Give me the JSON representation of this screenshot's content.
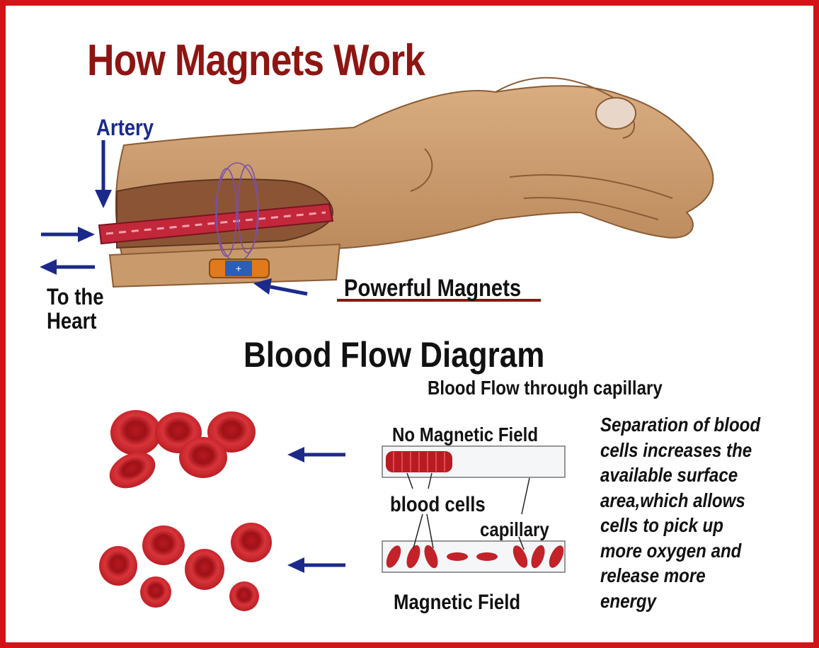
{
  "title": "How Magnets Work",
  "labels": {
    "artery": "Artery",
    "to_heart_line1": "To the",
    "to_heart_line2": "Heart",
    "powerful_magnets": "Powerful Magnets"
  },
  "blood_flow": {
    "title": "Blood Flow Diagram",
    "subtitle": "Blood Flow through capillary",
    "no_field_label": "No Magnetic Field",
    "blood_cells_label": "blood cells",
    "capillary_label": "capillary",
    "field_label": "Magnetic Field",
    "note_lines": [
      "Separation of blood",
      "cells increases the",
      "available surface",
      "area,which allows",
      "cells to pick up",
      "more oxygen and",
      "release more",
      "energy"
    ]
  },
  "colors": {
    "border": "#d21418",
    "title": "#8e1512",
    "arrow": "#1b2a8a",
    "skin": "#c99a6c",
    "blood_cell": "#c9232a"
  },
  "icons": [
    "hand-illustration",
    "artery-tube",
    "magnet-icon",
    "arrow-icon",
    "red-blood-cell-icon"
  ]
}
